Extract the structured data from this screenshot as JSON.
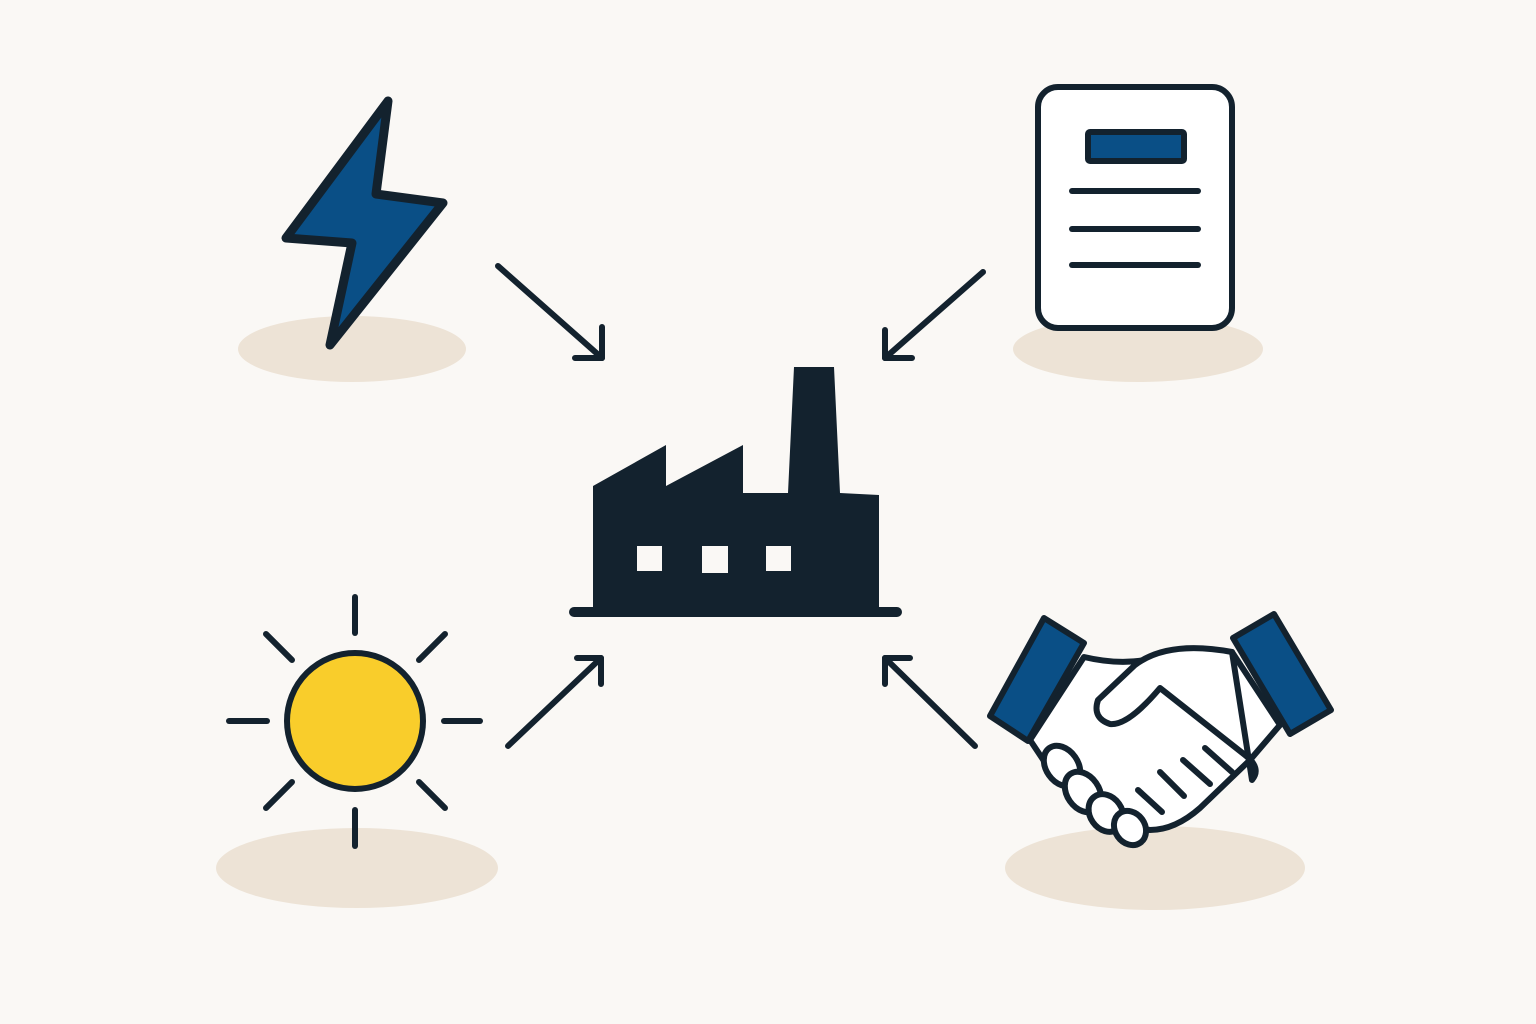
{
  "colors": {
    "background": "#faf8f5",
    "outline": "#13222e",
    "blue": "#0a4f86",
    "sun": "#f9cd2b",
    "shadow": "#ede3d6",
    "white": "#ffffff"
  },
  "nodes": [
    {
      "icon": "factory-icon",
      "role": "center"
    },
    {
      "icon": "lightning-bolt-icon",
      "role": "input"
    },
    {
      "icon": "document-icon",
      "role": "input"
    },
    {
      "icon": "sun-icon",
      "role": "input"
    },
    {
      "icon": "handshake-icon",
      "role": "input"
    }
  ],
  "edges": [
    {
      "from": "lightning-bolt-icon",
      "to": "factory-icon"
    },
    {
      "from": "document-icon",
      "to": "factory-icon"
    },
    {
      "from": "sun-icon",
      "to": "factory-icon"
    },
    {
      "from": "handshake-icon",
      "to": "factory-icon"
    }
  ]
}
